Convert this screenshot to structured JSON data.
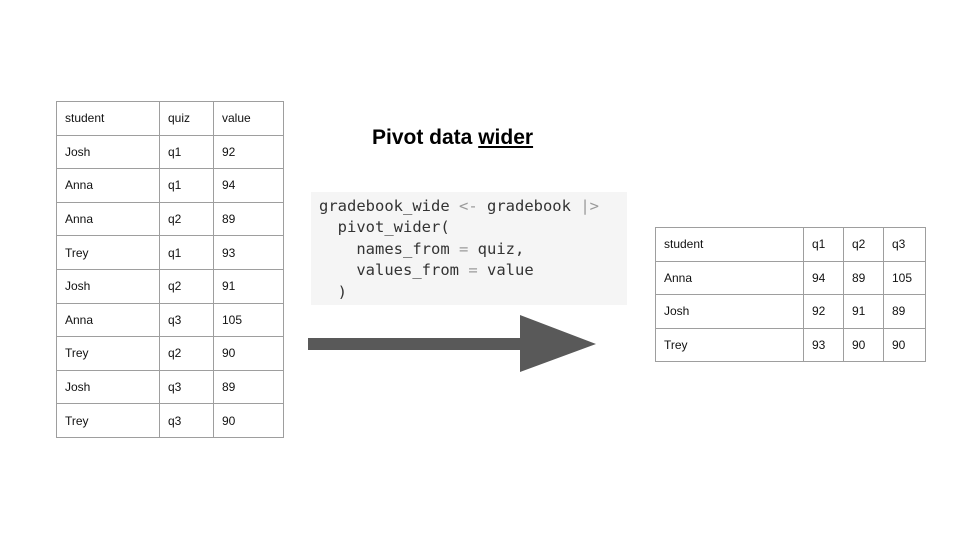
{
  "title": {
    "text": "Pivot data ",
    "emphasis": "wider"
  },
  "long_table": {
    "headers": [
      "student",
      "quiz",
      "value"
    ],
    "rows": [
      [
        "Josh",
        "q1",
        "92"
      ],
      [
        "Anna",
        "q1",
        "94"
      ],
      [
        "Anna",
        "q2",
        "89"
      ],
      [
        "Trey",
        "q1",
        "93"
      ],
      [
        "Josh",
        "q2",
        "91"
      ],
      [
        "Anna",
        "q3",
        "105"
      ],
      [
        "Trey",
        "q2",
        "90"
      ],
      [
        "Josh",
        "q3",
        "89"
      ],
      [
        "Trey",
        "q3",
        "90"
      ]
    ]
  },
  "code": {
    "line1_a": "gradebook_wide ",
    "line1_op1": "<-",
    "line1_b": " gradebook ",
    "line1_op2": "|>",
    "line2": "  pivot_wider(",
    "line3_a": "    names_from ",
    "line3_op": "=",
    "line3_b": " quiz,",
    "line4_a": "    values_from ",
    "line4_op": "=",
    "line4_b": " value",
    "line5": "  )"
  },
  "wide_table": {
    "headers": [
      "student",
      "q1",
      "q2",
      "q3"
    ],
    "rows": [
      [
        "Anna",
        "94",
        "89",
        "105"
      ],
      [
        "Josh",
        "92",
        "91",
        "89"
      ],
      [
        "Trey",
        "93",
        "90",
        "90"
      ]
    ]
  },
  "colors": {
    "arrow": "#595959",
    "code_background": "#f5f5f5",
    "table_border": "#9e9e9e"
  }
}
